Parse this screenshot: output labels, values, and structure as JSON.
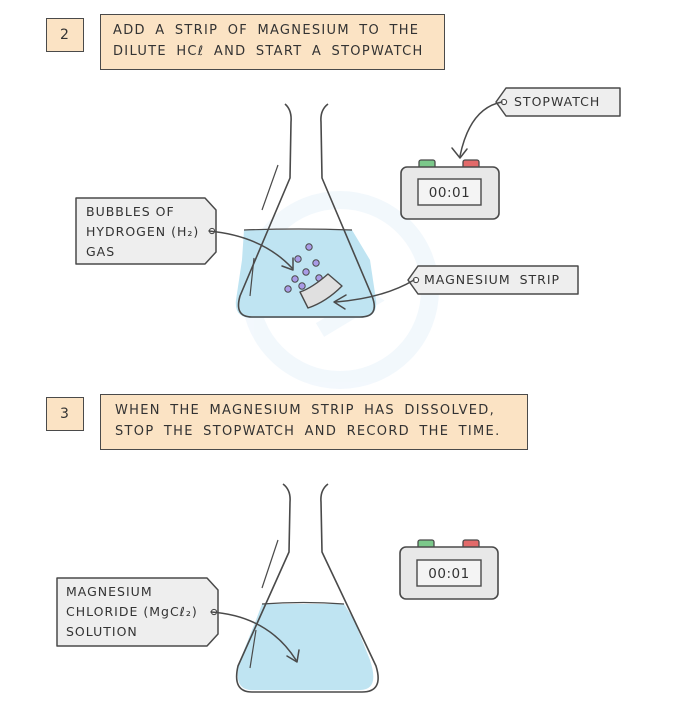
{
  "colors": {
    "instruction_fill": "#fbe3c4",
    "label_fill": "#eeeeee",
    "liquid": "#bfe4f2",
    "outline": "#4a4a4a",
    "bubble": "#a99be6",
    "button_green": "#7bc88a",
    "button_red": "#e26a6a"
  },
  "step2": {
    "number": "2",
    "instruction_lines": [
      "ADD A STRIP OF MAGNESIUM TO THE",
      "DILUTE HCℓ AND START A STOPWATCH"
    ],
    "stopwatch_label": "STOPWATCH",
    "stopwatch_time": "00:01",
    "bubbles_label_lines": [
      "BUBBLES OF",
      "HYDROGEN (H₂)",
      "GAS"
    ],
    "magnesium_label": "MAGNESIUM STRIP"
  },
  "step3": {
    "number": "3",
    "instruction_lines": [
      "WHEN THE MAGNESIUM STRIP HAS DISSOLVED,",
      "STOP THE STOPWATCH AND RECORD THE TIME."
    ],
    "stopwatch_time": "00:01",
    "solution_label_lines": [
      "MAGNESIUM",
      "CHLORIDE (MgCℓ₂)",
      "SOLUTION"
    ]
  },
  "icons": [
    "conical-flask-icon",
    "stopwatch-icon",
    "label-tag-icon",
    "arrow-icon"
  ]
}
